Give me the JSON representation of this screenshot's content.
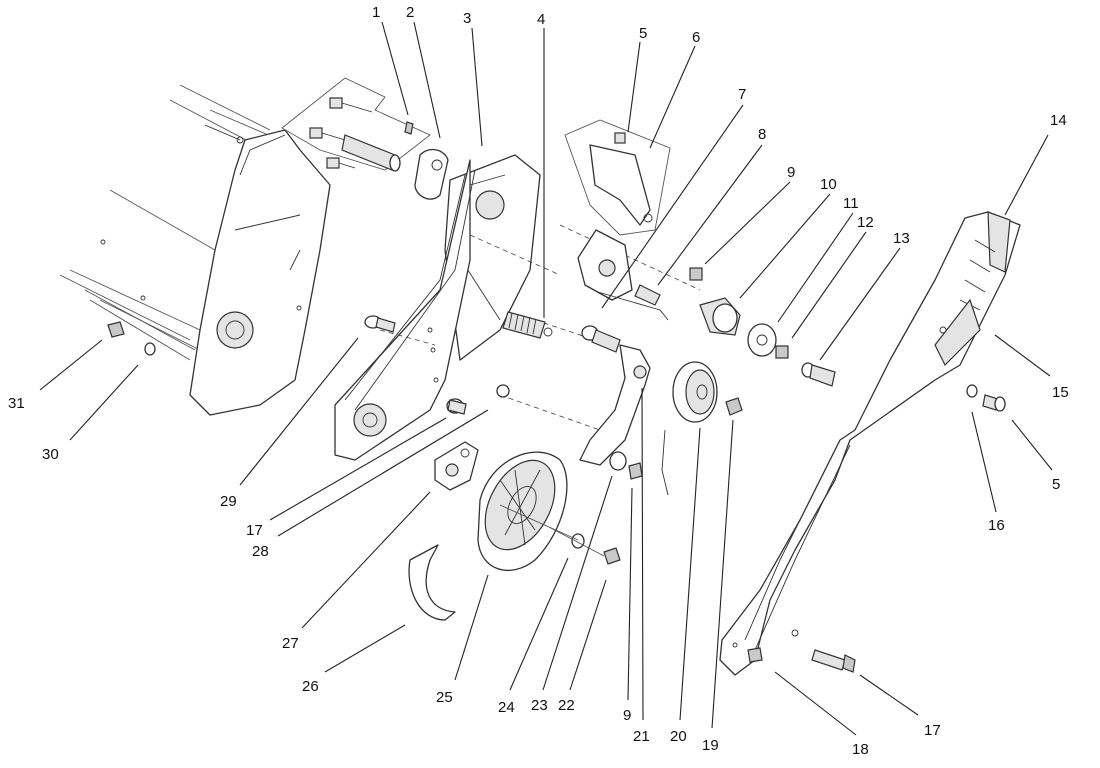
{
  "callouts": [
    {
      "id": "c1",
      "text": "1"
    },
    {
      "id": "c2",
      "text": "2"
    },
    {
      "id": "c3",
      "text": "3"
    },
    {
      "id": "c4",
      "text": "4"
    },
    {
      "id": "c5a",
      "text": "5"
    },
    {
      "id": "c6",
      "text": "6"
    },
    {
      "id": "c7",
      "text": "7"
    },
    {
      "id": "c8",
      "text": "8"
    },
    {
      "id": "c9a",
      "text": "9"
    },
    {
      "id": "c10",
      "text": "10"
    },
    {
      "id": "c11",
      "text": "11"
    },
    {
      "id": "c12",
      "text": "12"
    },
    {
      "id": "c13",
      "text": "13"
    },
    {
      "id": "c14",
      "text": "14"
    },
    {
      "id": "c15",
      "text": "15"
    },
    {
      "id": "c5b",
      "text": "5"
    },
    {
      "id": "c16",
      "text": "16"
    },
    {
      "id": "c31",
      "text": "31"
    },
    {
      "id": "c30",
      "text": "30"
    },
    {
      "id": "c29",
      "text": "29"
    },
    {
      "id": "c17a",
      "text": "17"
    },
    {
      "id": "c28",
      "text": "28"
    },
    {
      "id": "c27",
      "text": "27"
    },
    {
      "id": "c26",
      "text": "26"
    },
    {
      "id": "c25",
      "text": "25"
    },
    {
      "id": "c24",
      "text": "24"
    },
    {
      "id": "c23",
      "text": "23"
    },
    {
      "id": "c22",
      "text": "22"
    },
    {
      "id": "c9b",
      "text": "9"
    },
    {
      "id": "c21",
      "text": "21"
    },
    {
      "id": "c20",
      "text": "20"
    },
    {
      "id": "c19",
      "text": "19"
    },
    {
      "id": "c18",
      "text": "18"
    },
    {
      "id": "c17b",
      "text": "17"
    }
  ]
}
